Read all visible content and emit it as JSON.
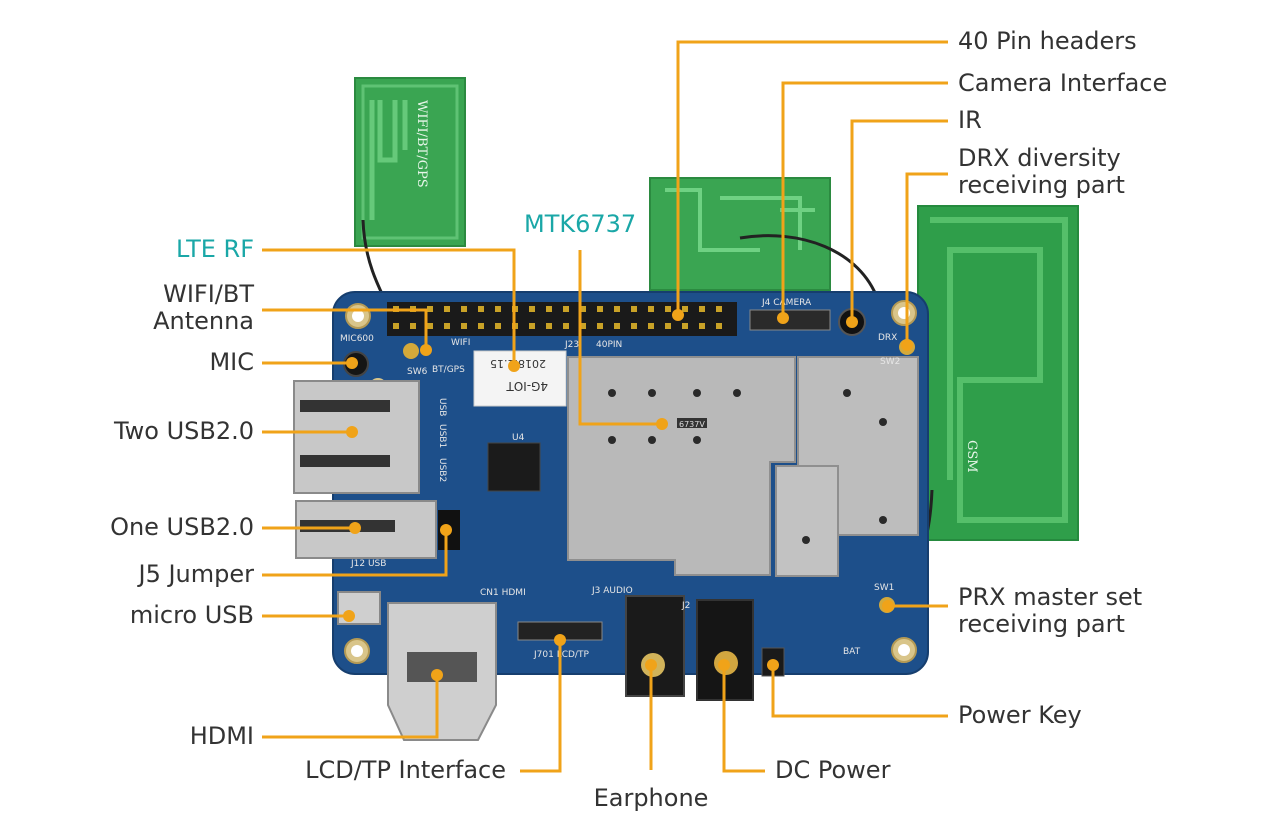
{
  "colors": {
    "leader_line": "#f0a319",
    "label_text": "#333333",
    "highlight_text": "#1aa7a7",
    "board": "#1d4f8a",
    "antenna": "#2f9e4a",
    "shield": "#b9b9b9"
  },
  "board_silkscreen": {
    "mic": "MIC600",
    "wifi": "WIFI",
    "bt_gps": "BT/GPS",
    "sw6": "SW6",
    "j23": "J23",
    "pin40": "40PIN",
    "j4_camera": "J4 CAMERA",
    "usb": "USB",
    "usb1": "USB1",
    "usb2": "USB2",
    "u4": "U4",
    "j12_usb": "J12 USB",
    "cn1_hdmi": "CN1 HDMI",
    "j3_audio": "J3 AUDIO",
    "j701": "J701 LCD/TP",
    "j2": "J2",
    "sw1": "SW1",
    "drx": "DRX",
    "sw2": "SW2",
    "bat": "BAT",
    "chip_label_date": "2018.1.15",
    "chip_label_name": "4G-IOT",
    "soc_mark": "6737V",
    "antenna_wifi": "WIFI/BT/GPS",
    "antenna_gsm": "GSM"
  },
  "labels": {
    "pin_headers": "40 Pin headers",
    "camera": "Camera Interface",
    "ir": "IR",
    "drx_line1": "DRX diversity",
    "drx_line2": "receiving part",
    "mtk": "MTK6737",
    "lte_rf": "LTE RF",
    "wifi_bt_line1": "WIFI/BT",
    "wifi_bt_line2": "Antenna",
    "mic": "MIC",
    "two_usb": "Two USB2.0",
    "one_usb": "One USB2.0",
    "j5": "J5 Jumper",
    "micro_usb": "micro USB",
    "prx_line1": "PRX master set",
    "prx_line2": "receiving part",
    "hdmi": "HDMI",
    "lcd_tp": "LCD/TP Interface",
    "earphone": "Earphone",
    "dc_power": "DC Power",
    "power_key": "Power Key"
  }
}
